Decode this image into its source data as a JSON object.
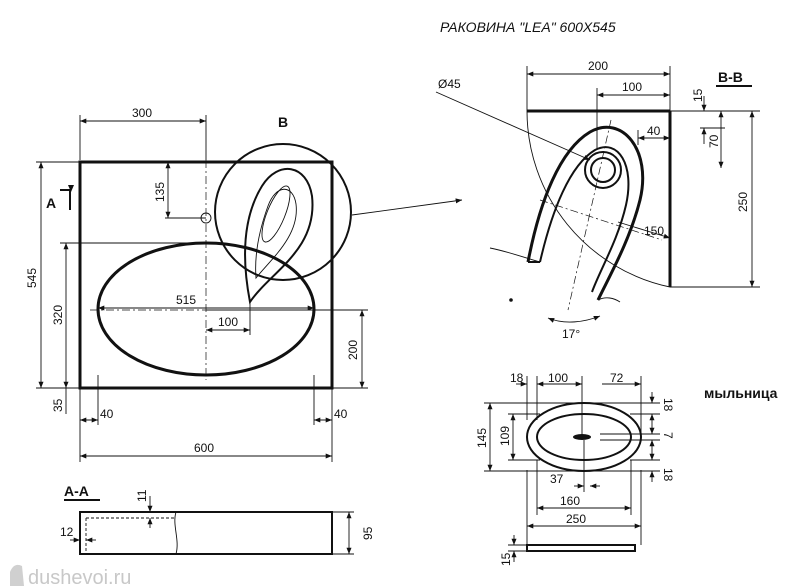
{
  "title": "РАКОВИНА \"LEA\" 600X545",
  "labels": {
    "detail_b": "B",
    "section_a": "A",
    "section_aa": "A-A",
    "section_bb": "B-B",
    "soap_dish": "мыльница"
  },
  "main_view_dims": {
    "width_300": "300",
    "offset_135": "135",
    "height_545": "545",
    "height_320": "320",
    "length_515": "515",
    "offset_100": "100",
    "height_200": "200",
    "bottom_35": "35",
    "left_40": "40",
    "right_40": "40",
    "total_600": "600"
  },
  "detail_b_dims": {
    "diameter": "Ø45",
    "top_200": "200",
    "top_100": "100",
    "side_40": "40",
    "side_15": "15",
    "side_70": "70",
    "side_250": "250",
    "diag_150": "150",
    "angle_17": "17°"
  },
  "section_aa_dims": {
    "thickness_11": "11",
    "edge_12": "12",
    "height_95": "95"
  },
  "soap_dish_dims": {
    "left_18": "18",
    "width_100": "100",
    "right_72": "72",
    "height_145": "145",
    "height_109": "109",
    "top_18": "18",
    "mid_7": "7",
    "bottom_18": "18",
    "drain_37": "37",
    "inner_160": "160",
    "outer_250": "250",
    "thick_15": "15"
  },
  "watermark": "dushevoi.ru"
}
